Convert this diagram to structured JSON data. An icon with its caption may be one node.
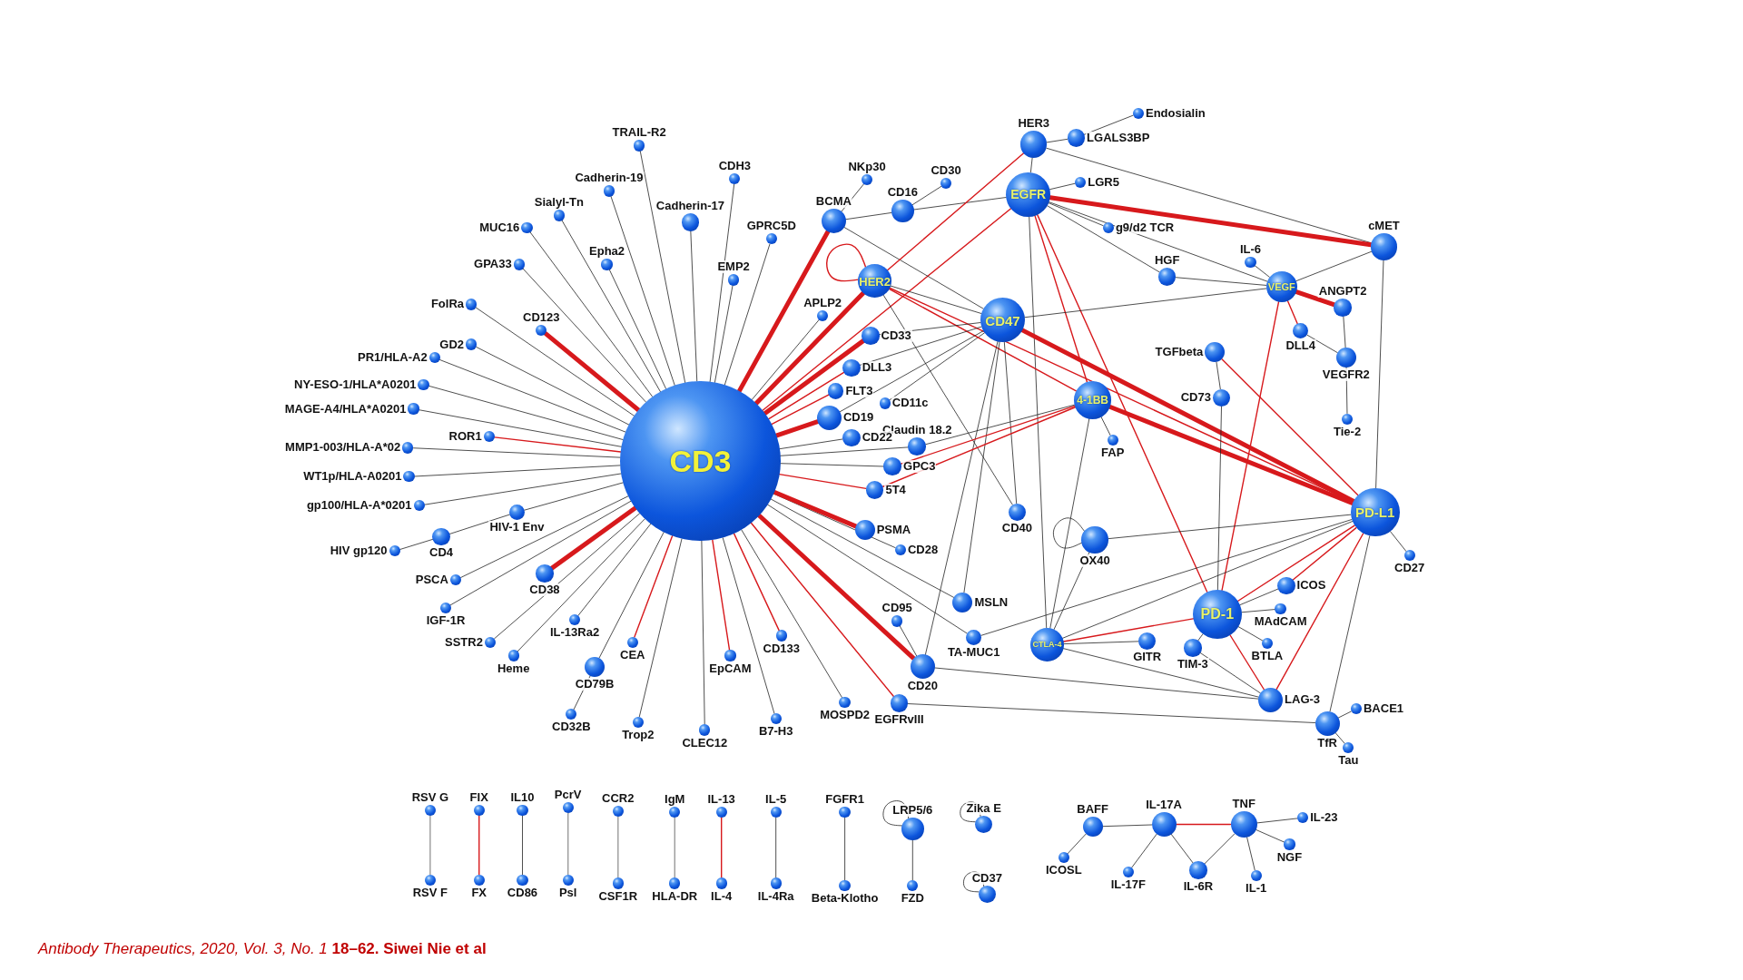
{
  "diagram": {
    "caption": "*Antibody Therapeutics, 2020, Vol. 3, No. 1* **18–62. Siwei Nie et al**",
    "nodes": [
      {
        "text": [
          "CD3"
        ]
      },
      {
        "text": [
          "TRAIL-R2"
        ]
      },
      {
        "text": [
          "CDH3"
        ]
      },
      {
        "text": [
          "Cadherin-19"
        ]
      },
      {
        "text": [
          "Sialyl-Tn"
        ]
      },
      {
        "text": [
          "Cadherin-17"
        ]
      },
      {
        "text": [
          "MUC16"
        ]
      },
      {
        "text": [
          "Epha2"
        ]
      },
      {
        "text": [
          "GPA33"
        ]
      },
      {
        "text": [
          "EMP2"
        ]
      },
      {
        "text": [
          "FolRa"
        ]
      },
      {
        "text": [
          "CD123"
        ]
      },
      {
        "text": [
          "GD2"
        ]
      },
      {
        "text": [
          "PR1/HLA-A2"
        ]
      },
      {
        "text": [
          "NY-ESO-1/HLA*A0201"
        ]
      },
      {
        "text": [
          "MAGE-A4/HLA*A0201"
        ]
      },
      {
        "text": [
          "ROR1"
        ]
      },
      {
        "text": [
          "MMP1-003/HLA-A*02"
        ]
      },
      {
        "text": [
          "WT1p/HLA-A0201"
        ]
      },
      {
        "text": [
          "gp100/HLA-A*0201"
        ]
      },
      {
        "text": [
          "HIV-1 Env"
        ]
      },
      {
        "text": [
          "CD4"
        ]
      },
      {
        "text": [
          "HIV gp120"
        ]
      },
      {
        "text": [
          "CD38"
        ]
      },
      {
        "text": [
          "PSCA"
        ]
      },
      {
        "text": [
          "IGF-1R"
        ]
      },
      {
        "text": [
          "SSTR2"
        ]
      },
      {
        "text": [
          "IL-13Ra2"
        ]
      },
      {
        "text": [
          "Heme"
        ]
      },
      {
        "text": [
          "CEA"
        ]
      },
      {
        "text": [
          "CD79B"
        ]
      },
      {
        "text": [
          "CD32B"
        ]
      },
      {
        "text": [
          "Trop2"
        ]
      },
      {
        "text": [
          "CLEC12"
        ]
      },
      {
        "text": [
          "EpCAM"
        ]
      },
      {
        "text": [
          "CD133"
        ]
      },
      {
        "text": [
          "B7-H3"
        ]
      },
      {
        "text": [
          "MOSPD2"
        ]
      },
      {
        "text": [
          "CD95"
        ]
      },
      {
        "text": [
          "CD20"
        ]
      },
      {
        "text": [
          "EGFRvIII"
        ]
      },
      {
        "text": [
          "TA-MUC1"
        ]
      },
      {
        "text": [
          "MSLN"
        ]
      },
      {
        "text": [
          "CD28"
        ]
      },
      {
        "text": [
          "PSMA"
        ]
      },
      {
        "text": [
          "5T4"
        ]
      },
      {
        "text": [
          "GPC3"
        ]
      },
      {
        "text": [
          "Claudin 18.2"
        ]
      },
      {
        "text": [
          "CD22"
        ]
      },
      {
        "text": [
          "CD19"
        ]
      },
      {
        "text": [
          "CD11c"
        ]
      },
      {
        "text": [
          "FLT3"
        ]
      },
      {
        "text": [
          "DLL3"
        ]
      },
      {
        "text": [
          "CD33"
        ]
      },
      {
        "text": [
          "APLP2"
        ]
      },
      {
        "text": [
          "HER2"
        ]
      },
      {
        "text": [
          "GPRC5D"
        ]
      },
      {
        "text": [
          "BCMA"
        ]
      },
      {
        "text": [
          "NKp30"
        ]
      },
      {
        "text": [
          "CD16"
        ]
      },
      {
        "text": [
          "CD30"
        ]
      },
      {
        "text": [
          "HER3"
        ]
      },
      {
        "text": [
          "LGALS3BP"
        ]
      },
      {
        "text": [
          "Endosialin"
        ]
      },
      {
        "text": [
          "EGFR"
        ]
      },
      {
        "text": [
          "LGR5"
        ]
      },
      {
        "text": [
          "g9/d2 TCR"
        ]
      },
      {
        "text": [
          "HGF"
        ]
      },
      {
        "text": [
          "IL-6"
        ]
      },
      {
        "text": [
          "VEGF"
        ]
      },
      {
        "text": [
          "cMET"
        ]
      },
      {
        "text": [
          "ANGPT2"
        ]
      },
      {
        "text": [
          "DLL4"
        ]
      },
      {
        "text": [
          "VEGFR2"
        ]
      },
      {
        "text": [
          "Tie-2"
        ]
      },
      {
        "text": [
          "CD47"
        ]
      },
      {
        "text": [
          "TGFbeta"
        ]
      },
      {
        "text": [
          "CD73"
        ]
      },
      {
        "text": [
          "4-1BB"
        ]
      },
      {
        "text": [
          "FAP"
        ]
      },
      {
        "text": [
          "CD40"
        ]
      },
      {
        "text": [
          "OX40"
        ]
      },
      {
        "text": [
          "CTLA-4"
        ]
      },
      {
        "text": [
          "GITR"
        ]
      },
      {
        "text": [
          "TIM-3"
        ]
      },
      {
        "text": [
          "PD-1"
        ]
      },
      {
        "text": [
          "ICOS"
        ]
      },
      {
        "text": [
          "MAdCAM"
        ]
      },
      {
        "text": [
          "BTLA"
        ]
      },
      {
        "text": [
          "LAG-3"
        ]
      },
      {
        "text": [
          "PD-L1"
        ]
      },
      {
        "text": [
          "CD27"
        ]
      },
      {
        "text": [
          "TfR"
        ]
      },
      {
        "text": [
          "BACE1"
        ]
      },
      {
        "text": [
          "Tau"
        ]
      },
      {
        "text": [
          "RSV G"
        ]
      },
      {
        "text": [
          "RSV F"
        ]
      },
      {
        "text": [
          "FIX"
        ]
      },
      {
        "text": [
          "FX"
        ]
      },
      {
        "text": [
          "IL10"
        ]
      },
      {
        "text": [
          "CD86"
        ]
      },
      {
        "text": [
          "PcrV"
        ]
      },
      {
        "text": [
          "Psl"
        ]
      },
      {
        "text": [
          "CCR2"
        ]
      },
      {
        "text": [
          "CSF1R"
        ]
      },
      {
        "text": [
          "IgM"
        ]
      },
      {
        "text": [
          "HLA-DR"
        ]
      },
      {
        "text": [
          "IL-13"
        ]
      },
      {
        "text": [
          "IL-4"
        ]
      },
      {
        "text": [
          "IL-5"
        ]
      },
      {
        "text": [
          "IL-4Ra"
        ]
      },
      {
        "text": [
          "FGFR1"
        ]
      },
      {
        "text": [
          "Beta-Klotho"
        ]
      },
      {
        "text": [
          "LRP5/6"
        ]
      },
      {
        "text": [
          "FZD"
        ]
      },
      {
        "text": [
          "Zika E"
        ]
      },
      {
        "text": [
          "CD37"
        ]
      },
      {
        "text": [
          "BAFF"
        ]
      },
      {
        "text": [
          "ICOSL"
        ]
      },
      {
        "text": [
          "IL-17A"
        ]
      },
      {
        "text": [
          "IL-17F"
        ]
      },
      {
        "text": [
          "IL-6R"
        ]
      },
      {
        "text": [
          "TNF"
        ]
      },
      {
        "text": [
          "IL-23"
        ]
      },
      {
        "text": [
          "NGF"
        ]
      },
      {
        "text": [
          "IL-1"
        ]
      }
    ],
    "edges": [
      {
        "from": 0,
        "to": 1,
        "arrow": "none"
      },
      {
        "from": 0,
        "to": 2,
        "arrow": "none"
      },
      {
        "from": 0,
        "to": 3,
        "arrow": "none"
      },
      {
        "from": 0,
        "to": 4,
        "arrow": "none"
      },
      {
        "from": 0,
        "to": 5,
        "arrow": "none"
      },
      {
        "from": 0,
        "to": 6,
        "arrow": "none"
      },
      {
        "from": 0,
        "to": 7,
        "arrow": "none"
      },
      {
        "from": 0,
        "to": 8,
        "arrow": "none"
      },
      {
        "from": 0,
        "to": 9,
        "arrow": "none"
      },
      {
        "from": 0,
        "to": 10,
        "arrow": "none"
      },
      {
        "from": 0,
        "to": 11,
        "arrow": "none",
        "style": "thick",
        "color": "#d7191c"
      },
      {
        "from": 0,
        "to": 12,
        "arrow": "none"
      },
      {
        "from": 0,
        "to": 13,
        "arrow": "none"
      },
      {
        "from": 0,
        "to": 14,
        "arrow": "none"
      },
      {
        "from": 0,
        "to": 15,
        "arrow": "none"
      },
      {
        "from": 0,
        "to": 16,
        "arrow": "none",
        "color": "#d7191c"
      },
      {
        "from": 0,
        "to": 17,
        "arrow": "none"
      },
      {
        "from": 0,
        "to": 18,
        "arrow": "none"
      },
      {
        "from": 0,
        "to": 19,
        "arrow": "none"
      },
      {
        "from": 0,
        "to": 20,
        "arrow": "none"
      },
      {
        "from": 21,
        "to": 20,
        "arrow": "none"
      },
      {
        "from": 22,
        "to": 21,
        "arrow": "none"
      },
      {
        "from": 0,
        "to": 23,
        "arrow": "none",
        "style": "thick",
        "color": "#d7191c"
      },
      {
        "from": 0,
        "to": 24,
        "arrow": "none"
      },
      {
        "from": 0,
        "to": 25,
        "arrow": "none"
      },
      {
        "from": 0,
        "to": 26,
        "arrow": "none"
      },
      {
        "from": 0,
        "to": 27,
        "arrow": "none"
      },
      {
        "from": 0,
        "to": 28,
        "arrow": "none"
      },
      {
        "from": 0,
        "to": 29,
        "arrow": "none",
        "color": "#d7191c"
      },
      {
        "from": 0,
        "to": 30,
        "arrow": "none"
      },
      {
        "from": 30,
        "to": 31,
        "arrow": "none"
      },
      {
        "from": 0,
        "to": 32,
        "arrow": "none"
      },
      {
        "from": 0,
        "to": 33,
        "arrow": "none"
      },
      {
        "from": 0,
        "to": 34,
        "arrow": "none",
        "color": "#d7191c"
      },
      {
        "from": 0,
        "to": 35,
        "arrow": "none",
        "color": "#d7191c"
      },
      {
        "from": 0,
        "to": 36,
        "arrow": "none"
      },
      {
        "from": 0,
        "to": 37,
        "arrow": "none"
      },
      {
        "from": 38,
        "to": 39,
        "arrow": "none"
      },
      {
        "from": 0,
        "to": 39,
        "arrow": "none",
        "style": "thick",
        "color": "#d7191c"
      },
      {
        "from": 0,
        "to": 40,
        "arrow": "none",
        "color": "#d7191c"
      },
      {
        "from": 0,
        "to": 41,
        "arrow": "none"
      },
      {
        "from": 0,
        "to": 42,
        "arrow": "none"
      },
      {
        "from": 0,
        "to": 43,
        "arrow": "none"
      },
      {
        "from": 0,
        "to": 44,
        "arrow": "none",
        "style": "thick",
        "color": "#d7191c"
      },
      {
        "from": 0,
        "to": 45,
        "arrow": "none",
        "color": "#d7191c"
      },
      {
        "from": 0,
        "to": 46,
        "arrow": "none"
      },
      {
        "from": 0,
        "to": 47,
        "arrow": "none"
      },
      {
        "from": 0,
        "to": 48,
        "arrow": "none"
      },
      {
        "from": 0,
        "to": 49,
        "arrow": "none",
        "style": "thick",
        "color": "#d7191c"
      },
      {
        "from": 50,
        "to": 75,
        "arrow": "none"
      },
      {
        "from": 0,
        "to": 51,
        "arrow": "none",
        "color": "#d7191c"
      },
      {
        "from": 0,
        "to": 52,
        "arrow": "none",
        "color": "#d7191c"
      },
      {
        "from": 0,
        "to": 53,
        "arrow": "none",
        "style": "thick",
        "color": "#d7191c"
      },
      {
        "from": 0,
        "to": 54,
        "arrow": "none"
      },
      {
        "from": 0,
        "to": 55,
        "arrow": "none",
        "style": "thick",
        "color": "#d7191c"
      },
      {
        "from": 0,
        "to": 56,
        "arrow": "none"
      },
      {
        "from": 0,
        "to": 57,
        "arrow": "none",
        "style": "thick",
        "color": "#d7191c"
      },
      {
        "from": 0,
        "to": 64,
        "arrow": "none",
        "color": "#d7191c"
      },
      {
        "from": 58,
        "to": 57,
        "arrow": "none"
      },
      {
        "from": 59,
        "to": 57,
        "arrow": "none"
      },
      {
        "from": 60,
        "to": 59,
        "arrow": "none"
      },
      {
        "from": 59,
        "to": 64,
        "arrow": "none"
      },
      {
        "from": 57,
        "to": 75,
        "arrow": "none"
      },
      {
        "from": 55,
        "to": 55,
        "arrow": "none",
        "color": "#d7191c"
      },
      {
        "from": 61,
        "to": 55,
        "arrow": "none",
        "color": "#d7191c"
      },
      {
        "from": 61,
        "to": 62,
        "arrow": "none"
      },
      {
        "from": 62,
        "to": 63,
        "arrow": "none"
      },
      {
        "from": 61,
        "to": 64,
        "arrow": "none"
      },
      {
        "from": 61,
        "to": 70,
        "arrow": "none"
      },
      {
        "from": 64,
        "to": 65,
        "arrow": "none"
      },
      {
        "from": 64,
        "to": 66,
        "arrow": "none"
      },
      {
        "from": 64,
        "to": 70,
        "arrow": "none",
        "style": "thick",
        "color": "#d7191c"
      },
      {
        "from": 64,
        "to": 67,
        "arrow": "none"
      },
      {
        "from": 64,
        "to": 69,
        "arrow": "none"
      },
      {
        "from": 64,
        "to": 78,
        "arrow": "none",
        "color": "#d7191c"
      },
      {
        "from": 64,
        "to": 85,
        "arrow": "none",
        "color": "#d7191c"
      },
      {
        "from": 64,
        "to": 82,
        "arrow": "none"
      },
      {
        "from": 55,
        "to": 75,
        "arrow": "none"
      },
      {
        "from": 55,
        "to": 78,
        "arrow": "none",
        "color": "#d7191c"
      },
      {
        "from": 55,
        "to": 90,
        "arrow": "none",
        "color": "#d7191c"
      },
      {
        "from": 55,
        "to": 80,
        "arrow": "none"
      },
      {
        "from": 75,
        "to": 53,
        "arrow": "none"
      },
      {
        "from": 75,
        "to": 52,
        "arrow": "none"
      },
      {
        "from": 75,
        "to": 49,
        "arrow": "none"
      },
      {
        "from": 75,
        "to": 39,
        "arrow": "none"
      },
      {
        "from": 75,
        "to": 90,
        "arrow": "none",
        "style": "thick",
        "color": "#d7191c"
      },
      {
        "from": 75,
        "to": 69,
        "arrow": "none"
      },
      {
        "from": 75,
        "to": 42,
        "arrow": "none"
      },
      {
        "from": 75,
        "to": 80,
        "arrow": "none"
      },
      {
        "from": 78,
        "to": 79,
        "arrow": "none"
      },
      {
        "from": 78,
        "to": 90,
        "arrow": "none",
        "style": "thick",
        "color": "#d7191c"
      },
      {
        "from": 78,
        "to": 46,
        "arrow": "none",
        "color": "#d7191c"
      },
      {
        "from": 78,
        "to": 45,
        "arrow": "none",
        "color": "#d7191c"
      },
      {
        "from": 78,
        "to": 47,
        "arrow": "none"
      },
      {
        "from": 78,
        "to": 82,
        "arrow": "none"
      },
      {
        "from": 69,
        "to": 68,
        "arrow": "none"
      },
      {
        "from": 69,
        "to": 67,
        "arrow": "none"
      },
      {
        "from": 69,
        "to": 71,
        "arrow": "none",
        "style": "thick",
        "color": "#d7191c"
      },
      {
        "from": 69,
        "to": 72,
        "arrow": "none",
        "color": "#d7191c"
      },
      {
        "from": 69,
        "to": 70,
        "arrow": "none"
      },
      {
        "from": 69,
        "to": 85,
        "arrow": "none",
        "color": "#d7191c"
      },
      {
        "from": 71,
        "to": 73,
        "arrow": "none"
      },
      {
        "from": 72,
        "to": 73,
        "arrow": "none"
      },
      {
        "from": 73,
        "to": 74,
        "arrow": "none"
      },
      {
        "from": 70,
        "to": 90,
        "arrow": "none"
      },
      {
        "from": 76,
        "to": 77,
        "arrow": "none"
      },
      {
        "from": 76,
        "to": 90,
        "arrow": "none",
        "color": "#d7191c"
      },
      {
        "from": 77,
        "to": 85,
        "arrow": "none"
      },
      {
        "from": 81,
        "to": 81,
        "arrow": "none"
      },
      {
        "from": 81,
        "to": 82,
        "arrow": "none"
      },
      {
        "from": 81,
        "to": 90,
        "arrow": "none"
      },
      {
        "from": 82,
        "to": 85,
        "arrow": "none",
        "color": "#d7191c"
      },
      {
        "from": 82,
        "to": 83,
        "arrow": "none"
      },
      {
        "from": 82,
        "to": 90,
        "arrow": "none"
      },
      {
        "from": 82,
        "to": 89,
        "arrow": "none"
      },
      {
        "from": 41,
        "to": 90,
        "arrow": "none"
      },
      {
        "from": 85,
        "to": 90,
        "arrow": "none",
        "color": "#d7191c"
      },
      {
        "from": 85,
        "to": 86,
        "arrow": "none"
      },
      {
        "from": 85,
        "to": 87,
        "arrow": "none"
      },
      {
        "from": 85,
        "to": 88,
        "arrow": "none"
      },
      {
        "from": 85,
        "to": 89,
        "arrow": "none",
        "color": "#d7191c"
      },
      {
        "from": 85,
        "to": 84,
        "arrow": "none"
      },
      {
        "from": 90,
        "to": 86,
        "arrow": "none",
        "color": "#d7191c"
      },
      {
        "from": 90,
        "to": 89,
        "arrow": "none",
        "color": "#d7191c"
      },
      {
        "from": 90,
        "to": 91,
        "arrow": "none"
      },
      {
        "from": 90,
        "to": 92,
        "arrow": "none"
      },
      {
        "from": 84,
        "to": 89,
        "arrow": "none"
      },
      {
        "from": 39,
        "to": 89,
        "arrow": "none"
      },
      {
        "from": 40,
        "to": 92,
        "arrow": "none"
      },
      {
        "from": 92,
        "to": 93,
        "arrow": "none"
      },
      {
        "from": 92,
        "to": 94,
        "arrow": "none"
      },
      {
        "from": 95,
        "to": 96,
        "arrow": "none",
        "color": "#9a9a9a"
      },
      {
        "from": 97,
        "to": 98,
        "arrow": "none",
        "color": "#d7191c"
      },
      {
        "from": 99,
        "to": 100,
        "arrow": "none"
      },
      {
        "from": 101,
        "to": 102,
        "arrow": "none",
        "color": "#9a9a9a"
      },
      {
        "from": 103,
        "to": 104,
        "arrow": "none",
        "color": "#9a9a9a"
      },
      {
        "from": 105,
        "to": 106,
        "arrow": "none",
        "color": "#9a9a9a"
      },
      {
        "from": 107,
        "to": 108,
        "arrow": "none",
        "color": "#d7191c"
      },
      {
        "from": 109,
        "to": 110,
        "arrow": "none"
      },
      {
        "from": 111,
        "to": 112,
        "arrow": "none"
      },
      {
        "from": 113,
        "to": 114,
        "arrow": "none"
      },
      {
        "from": 113,
        "to": 113,
        "arrow": "none"
      },
      {
        "from": 115,
        "to": 115,
        "arrow": "none"
      },
      {
        "from": 116,
        "to": 116,
        "arrow": "none"
      },
      {
        "from": 117,
        "to": 118,
        "arrow": "none"
      },
      {
        "from": 117,
        "to": 119,
        "arrow": "none"
      },
      {
        "from": 119,
        "to": 120,
        "arrow": "none"
      },
      {
        "from": 119,
        "to": 121,
        "arrow": "none"
      },
      {
        "from": 119,
        "to": 122,
        "arrow": "none",
        "color": "#d7191c"
      },
      {
        "from": 122,
        "to": 121,
        "arrow": "none"
      },
      {
        "from": 122,
        "to": 123,
        "arrow": "none"
      },
      {
        "from": 122,
        "to": 124,
        "arrow": "none"
      },
      {
        "from": 122,
        "to": 125,
        "arrow": "none"
      }
    ]
  }
}
